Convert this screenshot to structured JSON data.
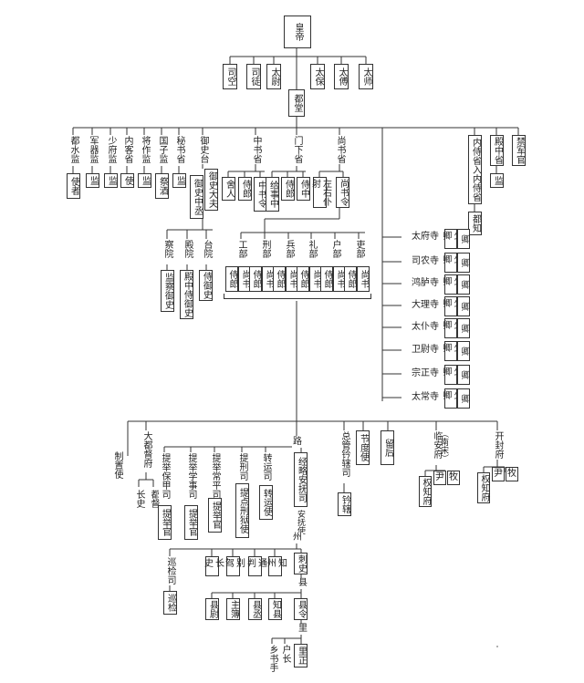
{
  "root": "皇帝",
  "sangong": [
    "司空",
    "司徒",
    "太尉",
    "太保",
    "太傅",
    "太师"
  ],
  "dutang": "都堂",
  "left_depts": [
    {
      "name": "都水监",
      "sub": "使者"
    },
    {
      "name": "军器监",
      "sub": "监"
    },
    {
      "name": "少府监",
      "sub": "监"
    },
    {
      "name": "内客省",
      "sub": "使"
    },
    {
      "name": "将作监",
      "sub": "监"
    },
    {
      "name": "国子监",
      "sub": "祭酒"
    },
    {
      "name": "秘书省",
      "sub": "监"
    }
  ],
  "yushitai": {
    "name": "御史台",
    "head1": "御史大夫",
    "head2": "御史中丞",
    "yuan": [
      {
        "name": "察院",
        "sub": "监察御史"
      },
      {
        "name": "殿院",
        "sub": "殿中侍御史"
      },
      {
        "name": "台院",
        "sub": "侍御史"
      }
    ]
  },
  "zhongshu": {
    "name": "中书省",
    "subs": [
      "舍人",
      "侍郎",
      "中书令"
    ]
  },
  "menxia": {
    "name": "门下省",
    "subs": [
      "给事中",
      "侍郎",
      "侍中"
    ]
  },
  "shangshu": {
    "name": "尚书省",
    "subs": [
      "左右仆射",
      "尚书令"
    ]
  },
  "liubu": {
    "names": [
      "工部",
      "刑部",
      "兵部",
      "礼部",
      "户部",
      "吏部"
    ],
    "subs": [
      "侍郎",
      "尚书"
    ]
  },
  "right_depts": {
    "neishi": "内侍省入内侍省",
    "neishi_sub": "都知",
    "dianzhong": "殿中省",
    "dianzhong_sub": "监",
    "jinjun": "禁军官"
  },
  "siqing": {
    "names": [
      "太府寺",
      "司农寺",
      "鸿胪寺",
      "大理寺",
      "太仆寺",
      "卫尉寺",
      "宗正寺",
      "太常寺"
    ],
    "sub1": "少卿",
    "sub2": "卿"
  },
  "local": {
    "zhizhi": "制置使",
    "dadudu": {
      "name": "大都督府",
      "subs": [
        "长史",
        "都督"
      ]
    },
    "lu": "路",
    "tiju_baojia": {
      "name": "提举保甲司",
      "sub": "提举官"
    },
    "tiju_xueshi": {
      "name": "提举学事司",
      "sub": "提举官"
    },
    "tiju_changping": {
      "name": "提举常平司",
      "sub": "提举官"
    },
    "tixing": {
      "name": "提刑司",
      "sub": "提点刑狱使"
    },
    "zhuanyun": {
      "name": "转运司",
      "sub": "转运使"
    },
    "jinglue": {
      "name": "经略安抚司",
      "sub": "安抚使"
    },
    "zongguan": {
      "name": "总管钤辖司",
      "sub": "钤辖"
    },
    "jiedu": "节度使",
    "liuhou": "留后",
    "linan": {
      "name": "临安府",
      "paren": "（南宋）",
      "subs": [
        "权知府",
        "尹",
        "牧"
      ]
    },
    "kaifeng": {
      "name": "开封府",
      "subs": [
        "权知府",
        "尹",
        "牧"
      ]
    },
    "xunjian": {
      "name": "巡检司",
      "sub": "巡检"
    },
    "zhou": "州",
    "zhou_subs": [
      "长史",
      "别驾",
      "通判",
      "知州",
      "刺史"
    ],
    "xian": "县",
    "xian_subs": [
      "县尉",
      "主簿",
      "县丞",
      "知县",
      "县令"
    ],
    "li": "里",
    "li_subs": [
      "乡书手",
      "户长",
      "里正"
    ]
  }
}
